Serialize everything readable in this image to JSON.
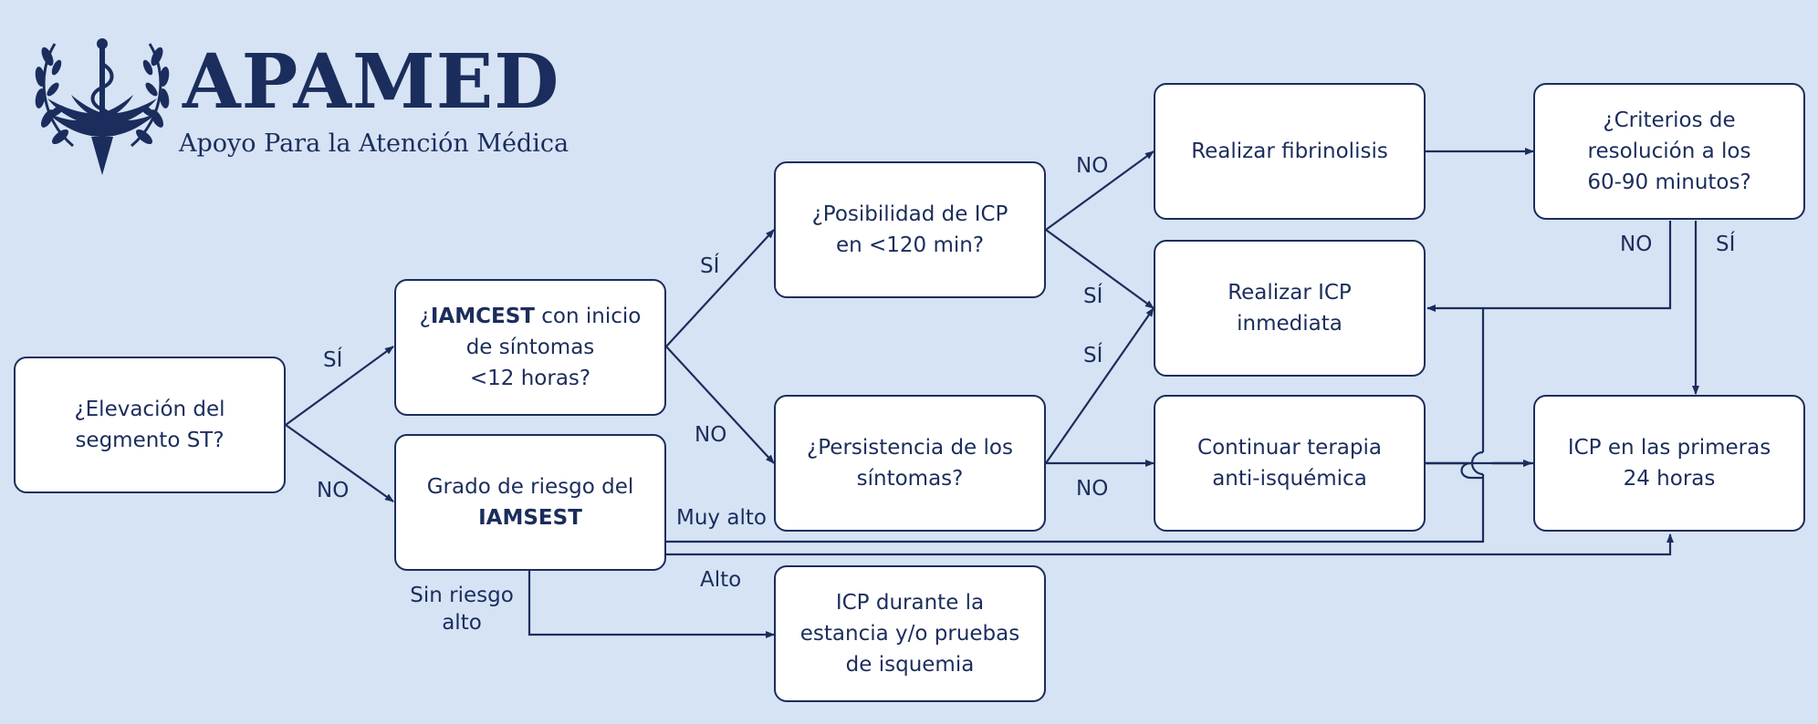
{
  "brand": {
    "name": "APAMED",
    "tagline": "Apoyo Para la Atención Médica"
  },
  "colors": {
    "background": "#d6e3f4",
    "ink": "#1b2d5c",
    "box": "#ffffff"
  },
  "nodes": {
    "elevacion_st": [
      "¿Elevación del",
      "segmento ST?"
    ],
    "iamcest_pre": "¿",
    "iamcest_bold": "IAMCEST",
    "iamcest_post": " con inicio",
    "iamcest_line2": "de síntomas",
    "iamcest_line3": "<12 horas?",
    "riesgo_line1": "Grado de riesgo del",
    "riesgo_bold": "IAMSEST",
    "posibilidad_icp": [
      "¿Posibilidad de ICP",
      "en <120 min?"
    ],
    "persistencia": [
      "¿Persistencia de los",
      "síntomas?"
    ],
    "fibrinolisis": [
      "Realizar fibrinolisis"
    ],
    "icp_inmediata": [
      "Realizar ICP",
      "inmediata"
    ],
    "terapia": [
      "Continuar terapia",
      "anti-isquémica"
    ],
    "criterios": [
      "¿Criterios de",
      "resolución a los",
      "60-90 minutos?"
    ],
    "icp_24h": [
      "ICP en las primeras",
      "24 horas"
    ],
    "icp_estancia": [
      "ICP durante la",
      "estancia y/o pruebas",
      "de isquemia"
    ]
  },
  "edge_labels": {
    "si": "SÍ",
    "no": "NO",
    "muy_alto": "Muy alto",
    "alto": "Alto",
    "sin_riesgo_alto": [
      "Sin riesgo",
      "alto"
    ]
  }
}
